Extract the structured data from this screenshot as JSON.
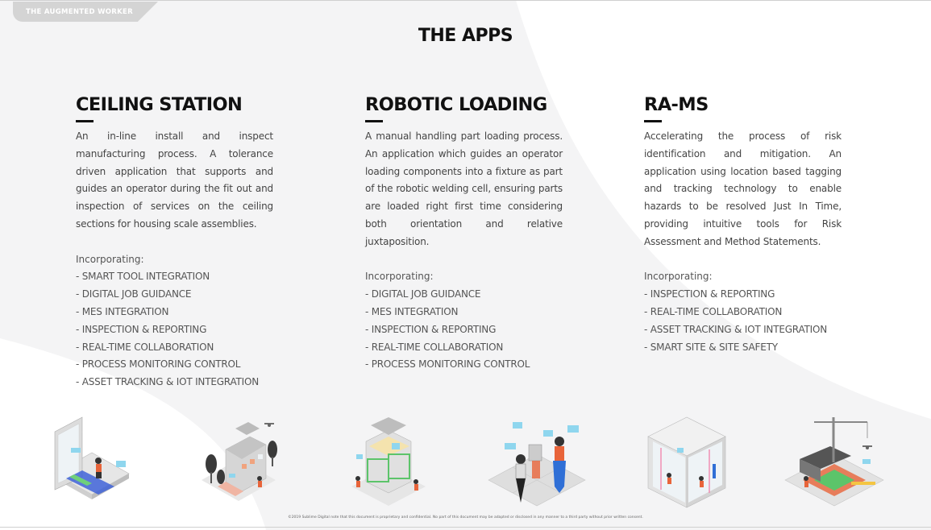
{
  "header": {
    "tag_label": "THE AUGMENTED WORKER",
    "title": "THE APPS"
  },
  "apps": [
    {
      "name": "CEILING STATION",
      "description": "An in-line install and inspect manufacturing process. A tolerance driven application that supports and guides an operator during the fit out and inspection of services on the ceiling sections for housing scale assemblies.",
      "incorporating_label": "Incorporating:",
      "features": [
        "- SMART TOOL INTEGRATION",
        "- DIGITAL JOB GUIDANCE",
        "- MES INTEGRATION",
        "- INSPECTION & REPORTING",
        "- REAL-TIME COLLABORATION",
        "- PROCESS MONITORING CONTROL",
        "- ASSET TRACKING & IOT INTEGRATION"
      ]
    },
    {
      "name": "ROBOTIC LOADING",
      "description": "A manual handling part loading process. An application which guides an operator loading components into a fixture as part of the robotic welding cell, ensuring parts are loaded right first time considering both orientation and relative juxtaposition.",
      "incorporating_label": "Incorporating:",
      "features": [
        "- DIGITAL JOB GUIDANCE",
        "- MES INTEGRATION",
        "- INSPECTION & REPORTING",
        "- REAL-TIME COLLABORATION",
        "- PROCESS MONITORING CONTROL"
      ]
    },
    {
      "name": "RA-MS",
      "description": "Accelerating the process of risk identification and mitigation. An application using location based tagging and tracking technology to enable hazards to be resolved Just In Time, providing intuitive tools for Risk Assessment and Method Statements.",
      "incorporating_label": "Incorporating:",
      "features": [
        "- INSPECTION & REPORTING",
        "- REAL-TIME COLLABORATION",
        "- ASSET TRACKING & IOT INTEGRATION",
        "- SMART SITE & SITE SAFETY"
      ]
    }
  ],
  "footer": {
    "note": "©2019 Sublime Digital note that this document is proprietary and confidential. No part of this document may be adapted or disclosed in any manner to a third party without prior written consent."
  },
  "colors": {
    "heading": "#111111",
    "body_text": "#444444",
    "tag_bg": "#d4d4d4",
    "accent_orange": "#e8643a",
    "accent_cyan": "#7fd0ea",
    "accent_blue": "#2f6fd6",
    "accent_green": "#5cc46a"
  }
}
